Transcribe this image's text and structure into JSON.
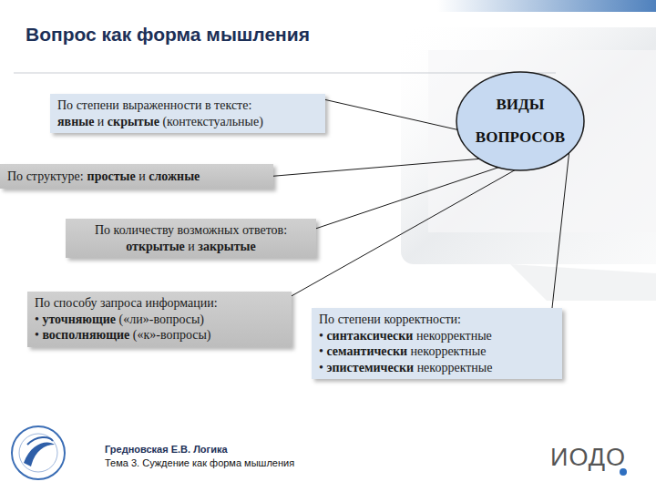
{
  "diagram": {
    "title": "Вопрос как форма мышления",
    "nodes": [
      {
        "text": [
          "По степени выраженности в тексте:",
          "явные и скрытые (контекстуальные)"
        ]
      },
      {
        "text": [
          "ВИДЫ ВОПРОСОВ"
        ]
      },
      {
        "text": [
          "По структуре:",
          "простые и сложные"
        ]
      },
      {
        "text": [
          "По количеству возможных ответов:",
          "открытые и закрытые"
        ]
      },
      {
        "text": [
          "По способу запроса информации:",
          "• уточняющие («ли»-вопросы)",
          "• восполняющие («к»-вопросы)"
        ]
      },
      {
        "text": [
          "По степени корректности:",
          "• синтаксически некорректные",
          "• семантически некорректные",
          "• эпистемически некорректные"
        ]
      }
    ],
    "edges": [
      {
        "from": 1,
        "to": 0,
        "arrow": "none"
      },
      {
        "from": 1,
        "to": 2,
        "arrow": "none"
      },
      {
        "from": 1,
        "to": 3,
        "arrow": "none"
      },
      {
        "from": 1,
        "to": 4,
        "arrow": "none"
      },
      {
        "from": 1,
        "to": 5,
        "arrow": "none"
      }
    ],
    "labels": [
      "Гредновская Е.В. Логика",
      "Тема 3. Суждение как форма мышления",
      "ИОДО"
    ]
  }
}
